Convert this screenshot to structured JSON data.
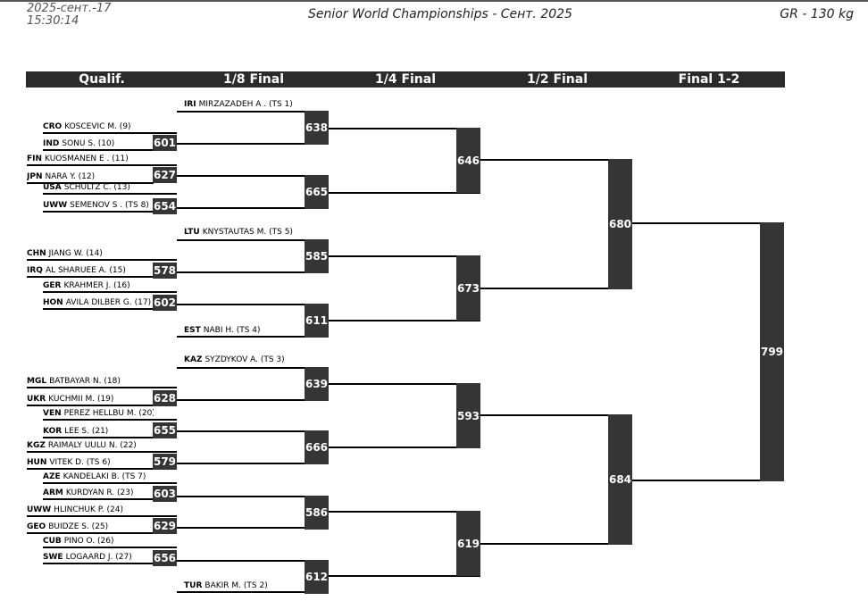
{
  "header": {
    "date": "2025-сент.-17",
    "time": "15:30:14",
    "event": "Senior World Championships - Сент. 2025",
    "category": "GR - 130 kg"
  },
  "rounds": [
    "Qualif.",
    "1/8 Final",
    "1/4 Final",
    "1/2 Final",
    "Final 1-2"
  ],
  "entries": {
    "e01": {
      "country": "IRI",
      "name": "MIRZAZADEH A . (TS 1)"
    },
    "e02": {
      "country": "CRO",
      "name": "KOSCEVIC M. (9)"
    },
    "e03": {
      "country": "IND",
      "name": "SONU S. (10)"
    },
    "e04": {
      "country": "FIN",
      "name": "KUOSMANEN E . (11)"
    },
    "e05": {
      "country": "JPN",
      "name": "NARA Y. (12)"
    },
    "e06": {
      "country": "USA",
      "name": "SCHULTZ C. (13)"
    },
    "e07": {
      "country": "UWW",
      "name": "SEMENOV S . (TS 8)"
    },
    "e08": {
      "country": "LTU",
      "name": "KNYSTAUTAS M. (TS 5)"
    },
    "e09": {
      "country": "CHN",
      "name": "JIANG W. (14)"
    },
    "e10": {
      "country": "IRQ",
      "name": "AL SHARUEE A. (15)"
    },
    "e11": {
      "country": "GER",
      "name": "KRAHMER J. (16)"
    },
    "e12": {
      "country": "HON",
      "name": "AVILA DILBER G. (17)"
    },
    "e13": {
      "country": "EST",
      "name": "NABI H. (TS 4)"
    },
    "e14": {
      "country": "KAZ",
      "name": "SYZDYKOV A. (TS 3)"
    },
    "e15": {
      "country": "MGL",
      "name": "BATBAYAR N. (18)"
    },
    "e16": {
      "country": "UKR",
      "name": "KUCHMII M. (19)"
    },
    "e17": {
      "country": "VEN",
      "name": "PEREZ HELLBU M. (20)"
    },
    "e18": {
      "country": "KOR",
      "name": "LEE S. (21)"
    },
    "e19": {
      "country": "KGZ",
      "name": "RAIMALY UULU N. (22)"
    },
    "e20": {
      "country": "HUN",
      "name": "VITEK D. (TS 6)"
    },
    "e21": {
      "country": "AZE",
      "name": "KANDELAKI B. (TS 7)"
    },
    "e22": {
      "country": "ARM",
      "name": "KURDYAN R. (23)"
    },
    "e23": {
      "country": "UWW",
      "name": "HLINCHUK P. (24)"
    },
    "e24": {
      "country": "GEO",
      "name": "BUIDZE S. (25)"
    },
    "e25": {
      "country": "CUB",
      "name": "PINO O. (26)"
    },
    "e26": {
      "country": "SWE",
      "name": "LOGAARD J. (27)"
    },
    "e27": {
      "country": "TUR",
      "name": "BAKIR M. (TS 2)"
    }
  },
  "bouts": {
    "b601": "601",
    "b627": "627",
    "b654": "654",
    "b578": "578",
    "b602": "602",
    "b628": "628",
    "b655": "655",
    "b579": "579",
    "b603": "603",
    "b629": "629",
    "b656": "656",
    "b638": "638",
    "b665": "665",
    "b585": "585",
    "b611": "611",
    "b639": "639",
    "b666": "666",
    "b586": "586",
    "b612": "612",
    "b646": "646",
    "b673": "673",
    "b593": "593",
    "b619": "619",
    "b680": "680",
    "b684": "684",
    "b799": "799"
  }
}
